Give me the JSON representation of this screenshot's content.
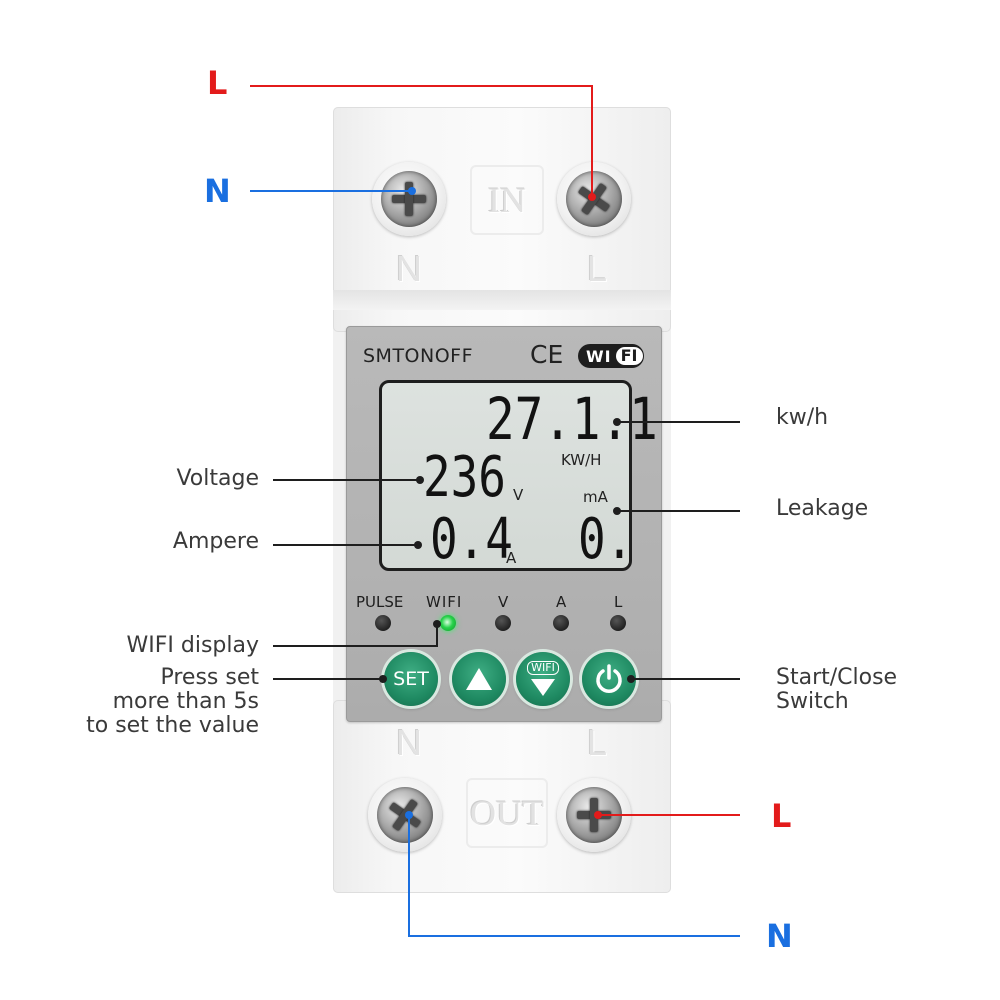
{
  "device": {
    "brand": "SMTONOFF",
    "ce_mark": "CE",
    "wifi_logo_left": "WI",
    "wifi_logo_right": "FI",
    "top_box_label": "IN",
    "bottom_box_label": "OUT",
    "top_terminal_left": "N",
    "top_terminal_right": "L",
    "bottom_terminal_left": "N",
    "bottom_terminal_right": "L"
  },
  "lcd": {
    "energy_value": "27.1.1",
    "energy_unit": "KW/H",
    "voltage_value": "236",
    "voltage_unit": "V",
    "leakage_unit": "mA",
    "current_value": "0.4",
    "current_unit": "A",
    "leakage_value": "0."
  },
  "indicators": [
    {
      "label": "PULSE",
      "state": "off"
    },
    {
      "label": "WIFI",
      "state": "on"
    },
    {
      "label": "V",
      "state": "off"
    },
    {
      "label": "A",
      "state": "off"
    },
    {
      "label": "L",
      "state": "off"
    }
  ],
  "buttons": {
    "set_label": "SET",
    "up_icon": "triangle-up-icon",
    "wifi_down_label": "WIFI",
    "wifi_down_icon": "triangle-down-icon",
    "power_icon": "power-icon"
  },
  "callouts": {
    "top_live": "L",
    "top_neutral": "N",
    "energy": "kw/h",
    "voltage": "Voltage",
    "leakage": "Leakage",
    "ampere": "Ampere",
    "wifi_display": "WIFI display",
    "set_line1": "Press set",
    "set_line2": "more than 5s",
    "set_line3": "to set the value",
    "switch_line1": "Start/Close",
    "switch_line2": "Switch",
    "bottom_live": "L",
    "bottom_neutral": "N"
  },
  "colors": {
    "live_wire": "#e31b1b",
    "neutral_wire": "#1a6fe0",
    "callout_line": "#1e1e1e",
    "button_green": "#1f8a62"
  }
}
